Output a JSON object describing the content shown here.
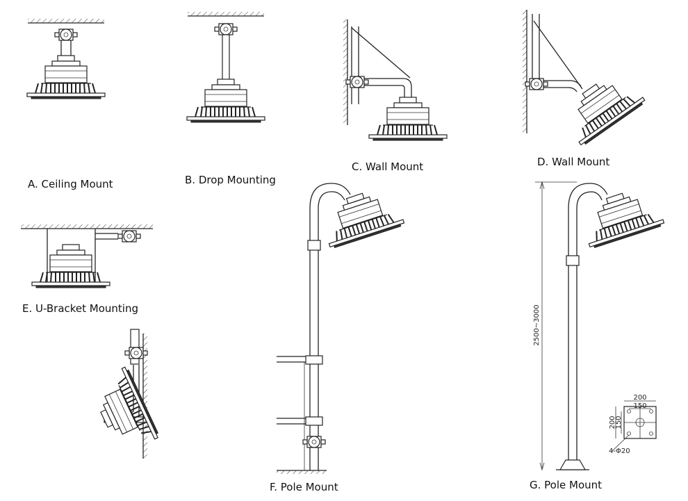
{
  "captions": {
    "a": "A. Ceiling Mount",
    "b": "B. Drop Mounting",
    "c": "C. Wall Mount",
    "d": "D. Wall Mount",
    "e": "E. U-Bracket Mounting",
    "f": "F. Pole Mount",
    "g": "G. Pole Mount"
  },
  "dimensions": {
    "pole_height": "2500~3000",
    "base_width": "200",
    "bolt_spacing_h": "150",
    "base_height": "200",
    "bolt_spacing_v": "150",
    "bolt_holes": "4-Φ20"
  }
}
